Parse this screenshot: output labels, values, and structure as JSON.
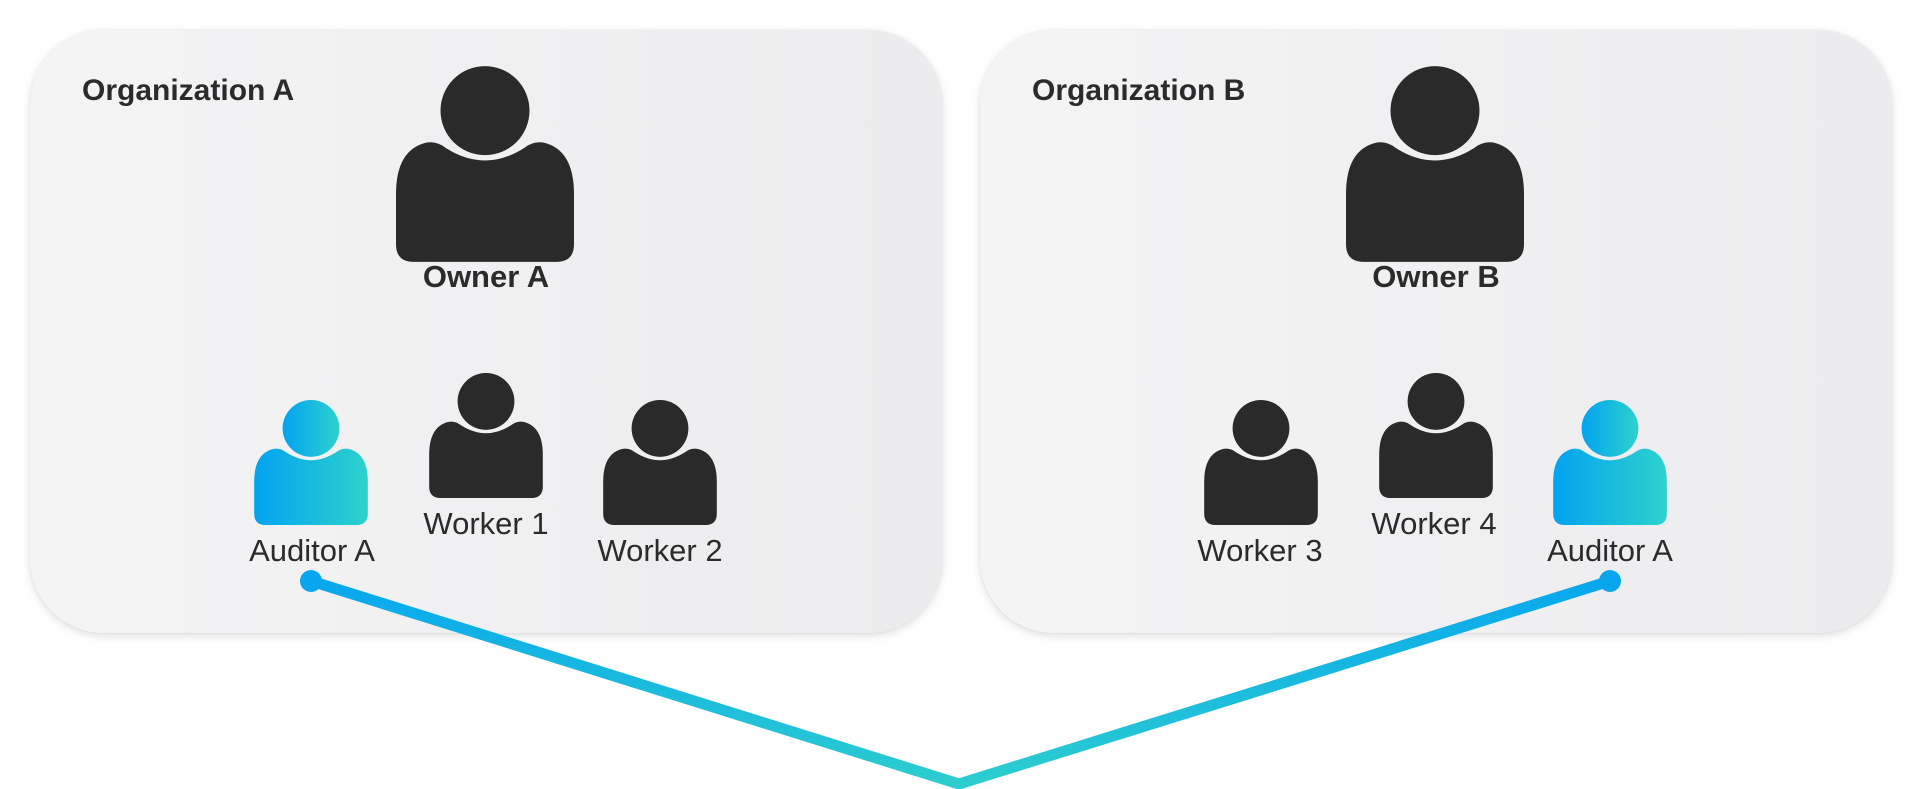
{
  "colors": {
    "icon_dark": "#2a2a2a",
    "auditor_gradient_start": "#03a3f0",
    "auditor_gradient_end": "#2dd2cc",
    "panel_start": "#f4f4f5",
    "panel_end": "#ececee",
    "text": "#2b2b2b"
  },
  "icons": {
    "person": "user-icon",
    "auditor": "user-icon"
  },
  "org_a": {
    "title": "Organization A",
    "owner_label": "Owner A",
    "auditor_label": "Auditor A",
    "worker_1_label": "Worker 1",
    "worker_2_label": "Worker 2"
  },
  "org_b": {
    "title": "Organization B",
    "owner_label": "Owner B",
    "worker_3_label": "Worker 3",
    "worker_4_label": "Worker 4",
    "auditor_label": "Auditor A"
  }
}
